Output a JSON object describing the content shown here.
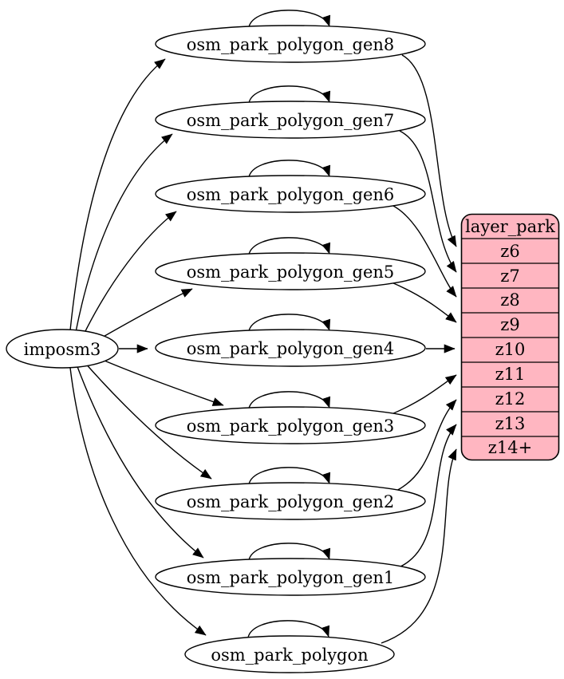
{
  "graph": {
    "source": {
      "label": "imposm3"
    },
    "tables": [
      {
        "label": "osm_park_polygon_gen8",
        "feeds_zoom": "z6"
      },
      {
        "label": "osm_park_polygon_gen7",
        "feeds_zoom": "z7"
      },
      {
        "label": "osm_park_polygon_gen6",
        "feeds_zoom": "z8"
      },
      {
        "label": "osm_park_polygon_gen5",
        "feeds_zoom": "z9"
      },
      {
        "label": "osm_park_polygon_gen4",
        "feeds_zoom": "z10"
      },
      {
        "label": "osm_park_polygon_gen3",
        "feeds_zoom": "z11"
      },
      {
        "label": "osm_park_polygon_gen2",
        "feeds_zoom": "z12"
      },
      {
        "label": "osm_park_polygon_gen1",
        "feeds_zoom": "z13"
      },
      {
        "label": "osm_park_polygon",
        "feeds_zoom": "z14+"
      }
    ],
    "layer": {
      "title": "layer_park",
      "rows": [
        "z6",
        "z7",
        "z8",
        "z9",
        "z10",
        "z11",
        "z12",
        "z13",
        "z14+"
      ]
    },
    "colors": {
      "layer_fill": "#ffb6c1",
      "node_fill": "#ffffff",
      "stroke": "#000000"
    }
  }
}
